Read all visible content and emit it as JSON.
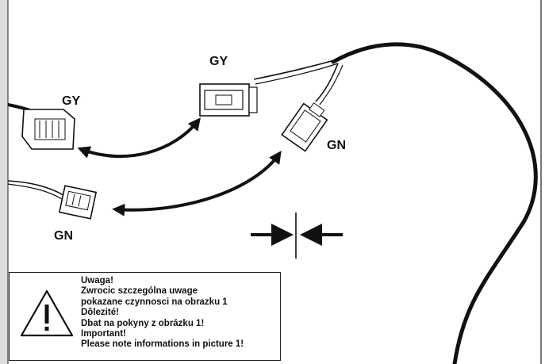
{
  "labels": {
    "gy_left": "GY",
    "gy_top": "GY",
    "gn_right": "GN",
    "gn_bottom": "GN"
  },
  "warning": {
    "lines": [
      "Uwaga!",
      "Zwrocic szczególna uwage",
      "pokazane czynnosci na obrazku 1",
      "Dôlezité!",
      "Dbat na pokyny z obrázku 1!",
      "Important!",
      "Please note informations in picture 1!"
    ]
  },
  "icons": {
    "warning": "warning-triangle-icon",
    "press": "press-together-arrows-icon"
  },
  "colors": {
    "ink": "#111111",
    "left_strip": "#dcdcdc",
    "background": "#ffffff"
  }
}
